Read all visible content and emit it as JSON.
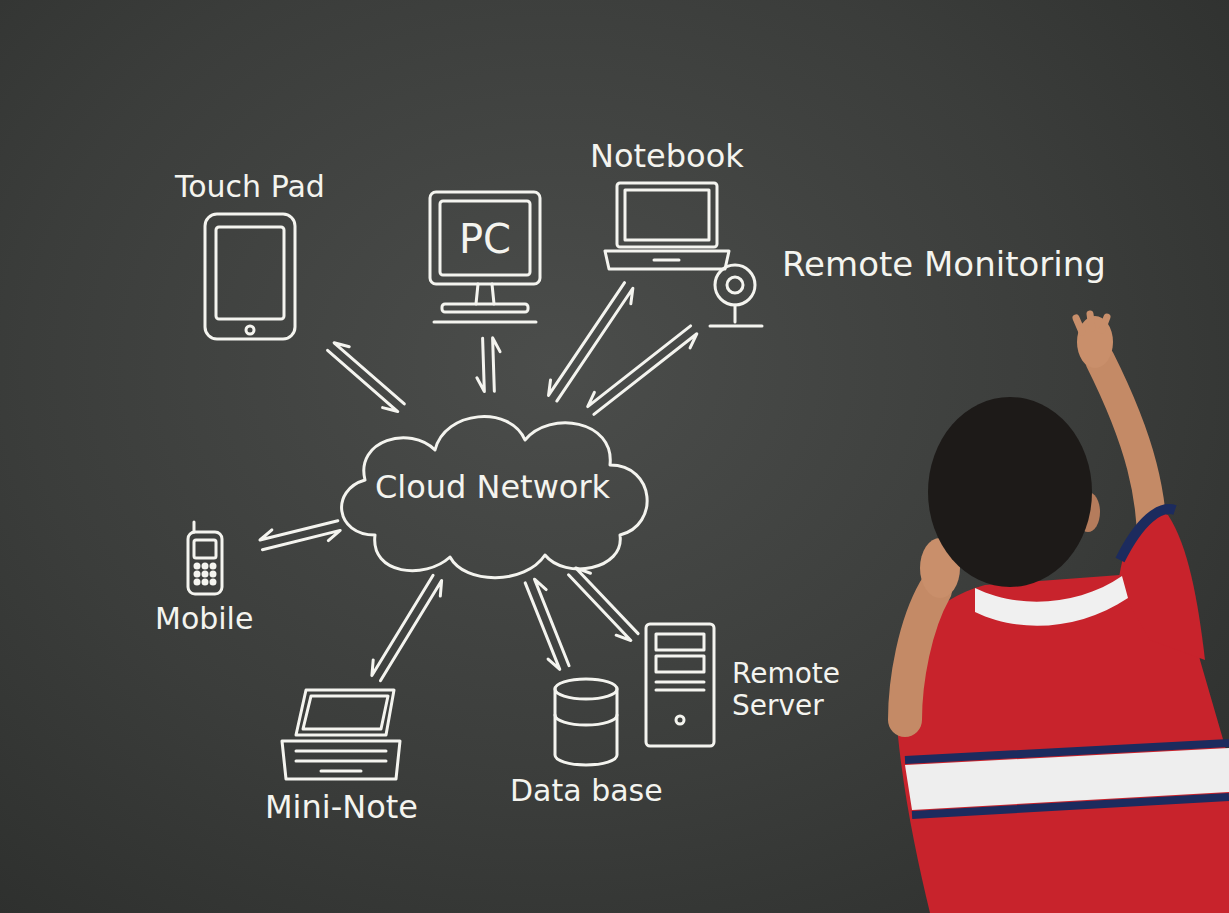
{
  "diagram": {
    "nodes": [
      {
        "text": [
          "Touch Pad"
        ]
      },
      {
        "text": [
          "PC"
        ]
      },
      {
        "text": [
          "Notebook"
        ]
      },
      {
        "text": [
          "Remote Monitoring"
        ]
      },
      {
        "text": [
          "Cloud Network"
        ]
      },
      {
        "text": [
          "Mobile"
        ]
      },
      {
        "text": [
          "Remote Server"
        ]
      },
      {
        "text": [
          "Mini-Note"
        ]
      },
      {
        "text": [
          "Data base"
        ]
      }
    ],
    "edges": [
      {
        "from": 4,
        "to": 0,
        "arrow": "both"
      },
      {
        "from": 4,
        "to": 1,
        "arrow": "both"
      },
      {
        "from": 4,
        "to": 2,
        "arrow": "both"
      },
      {
        "from": 4,
        "to": 3,
        "arrow": "both"
      },
      {
        "from": 4,
        "to": 5,
        "arrow": "both"
      },
      {
        "from": 4,
        "to": 6,
        "arrow": "both"
      },
      {
        "from": 4,
        "to": 7,
        "arrow": "both"
      },
      {
        "from": 4,
        "to": 8,
        "arrow": "both"
      }
    ]
  }
}
